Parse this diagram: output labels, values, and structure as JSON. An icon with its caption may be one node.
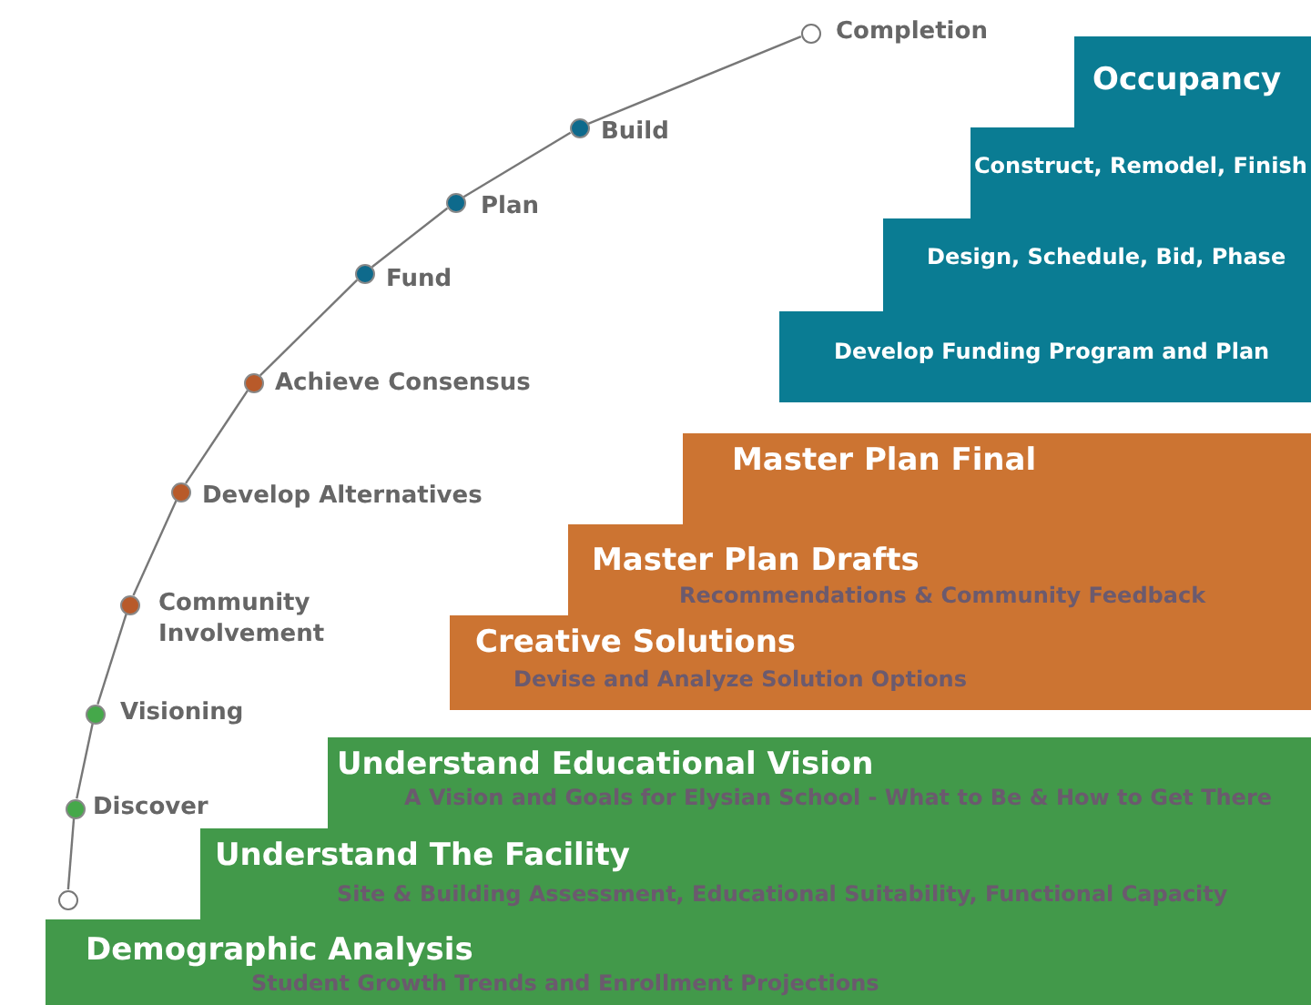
{
  "diagram": {
    "nodes": [
      {
        "text": [
          "Completion"
        ]
      },
      {
        "text": [
          "Build"
        ]
      },
      {
        "text": [
          "Plan"
        ]
      },
      {
        "text": [
          "Fund"
        ]
      },
      {
        "text": [
          "Achieve Consensus"
        ]
      },
      {
        "text": [
          "Develop Alternatives"
        ]
      },
      {
        "text": [
          "Community Involvement"
        ]
      },
      {
        "text": [
          "Visioning"
        ]
      },
      {
        "text": [
          "Discover"
        ]
      },
      {
        "text": [],
        "shape": "circle"
      },
      {
        "text": [
          "Occupancy"
        ]
      },
      {
        "text": [
          "Construct, Remodel, Finish"
        ]
      },
      {
        "text": [
          "Design, Schedule, Bid, Phase"
        ]
      },
      {
        "text": [
          "Develop Funding Program and Plan"
        ]
      },
      {
        "text": [
          "Master Plan Final"
        ]
      },
      {
        "text": [
          "Master Plan Drafts",
          "Recommendations & Community Feedback"
        ]
      },
      {
        "text": [
          "Creative Solutions",
          "Devise and Analyze Solution Options"
        ]
      },
      {
        "text": [
          "Understand Educational Vision",
          "A Vision and Goals for Elysian School - What to Be & How to Get There"
        ]
      },
      {
        "text": [
          "Understand The Facility",
          "Site & Building Assessment, Educational Suitability, Functional Capacity"
        ]
      },
      {
        "text": [
          "Demographic Analysis",
          "Student Growth Trends and Enrollment Projections"
        ]
      }
    ],
    "edges": [
      {
        "from": 9,
        "to": 8,
        "arrow": "none"
      },
      {
        "from": 8,
        "to": 7,
        "arrow": "none"
      },
      {
        "from": 7,
        "to": 6,
        "arrow": "none"
      },
      {
        "from": 6,
        "to": 5,
        "arrow": "none"
      },
      {
        "from": 5,
        "to": 4,
        "arrow": "none"
      },
      {
        "from": 4,
        "to": 3,
        "arrow": "none"
      },
      {
        "from": 3,
        "to": 2,
        "arrow": "none"
      },
      {
        "from": 2,
        "to": 1,
        "arrow": "none"
      },
      {
        "from": 1,
        "to": 0,
        "arrow": "none"
      }
    ]
  }
}
